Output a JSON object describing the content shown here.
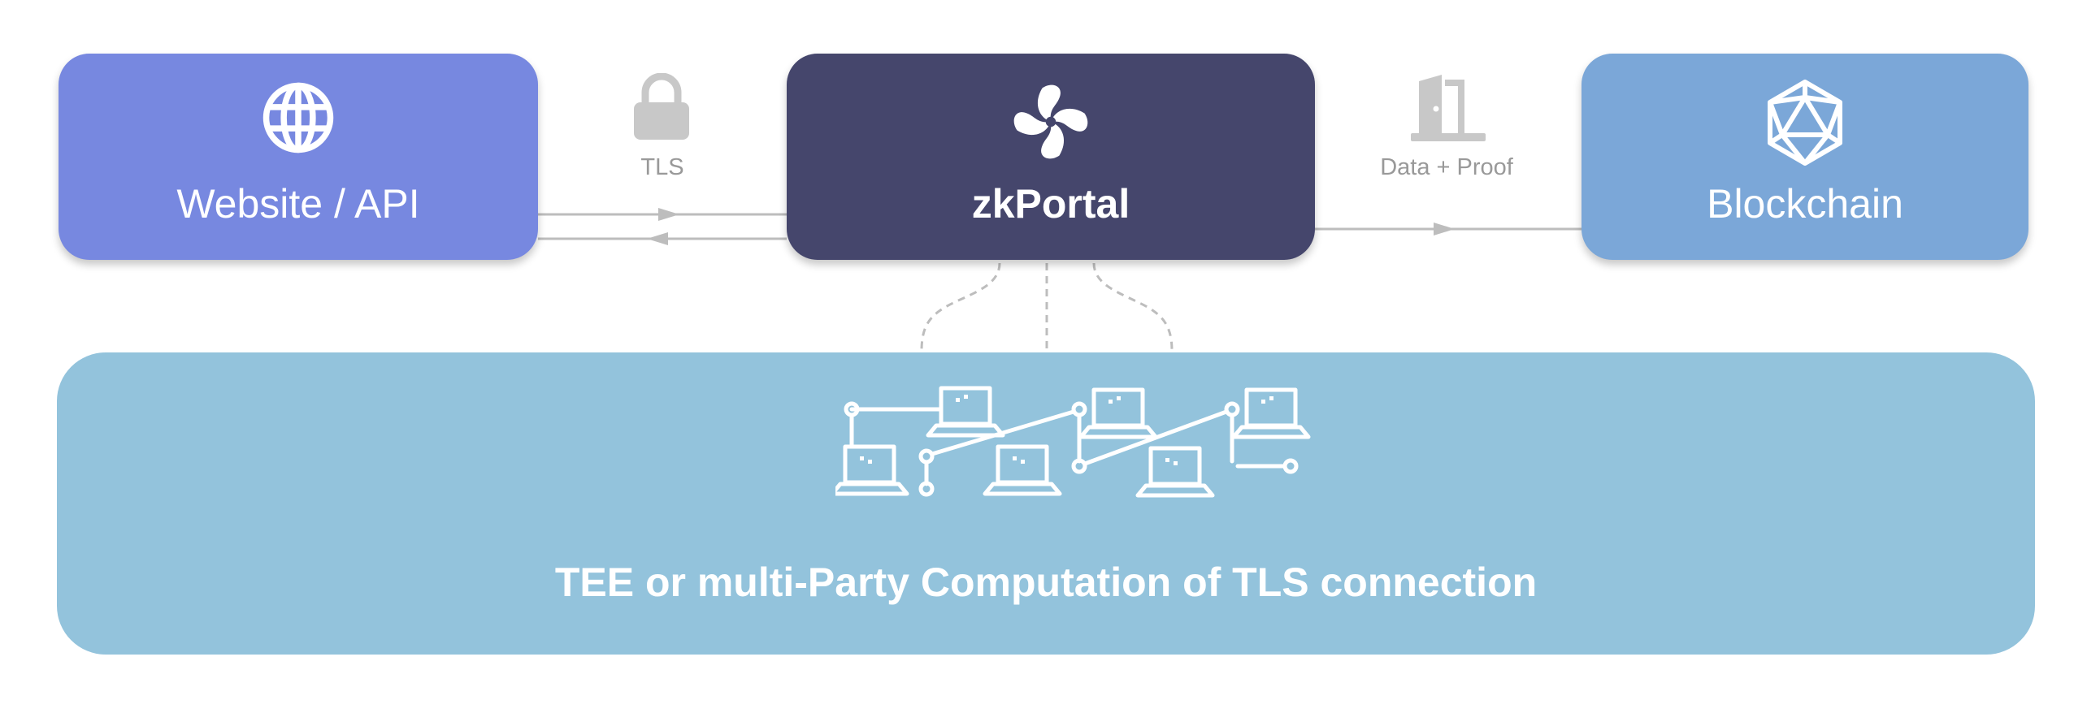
{
  "nodes": {
    "website": {
      "label": "Website / API",
      "icon": "globe-icon",
      "color": "#7788e0"
    },
    "zkportal": {
      "label": "zkPortal",
      "icon": "pinwheel-icon",
      "color": "#45466c"
    },
    "blockchain": {
      "label": "Blockchain",
      "icon": "icosahedron-icon",
      "color": "#7ba7d8"
    }
  },
  "connections": {
    "tls": {
      "label": "TLS",
      "icon": "lock-icon"
    },
    "data_proof": {
      "label": "Data + Proof",
      "icon": "door-icon"
    }
  },
  "computation": {
    "caption": "TEE or multi-Party Computation of TLS connection",
    "icon": "network-icon",
    "color": "#93c3dc"
  },
  "colors": {
    "connector": "#bdbdbd",
    "muted_text": "#999999"
  }
}
